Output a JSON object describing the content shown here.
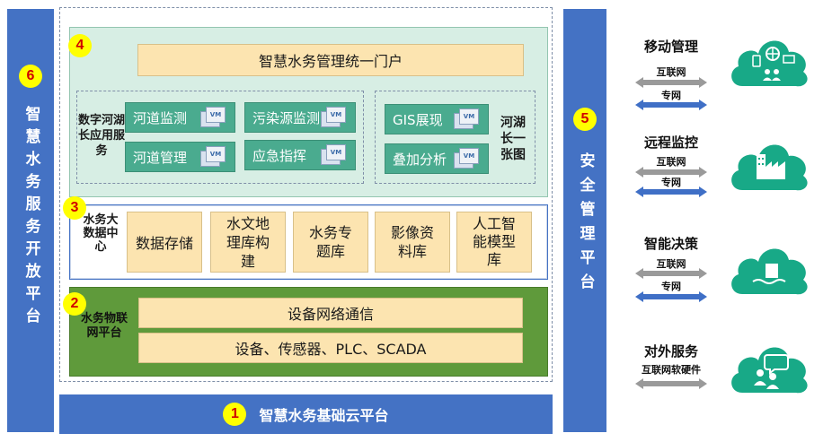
{
  "left_bar": {
    "badge": "6",
    "label": "智慧水务服务开放平台"
  },
  "right_bar": {
    "badge": "5",
    "label": "安全管理平台"
  },
  "bottom_bar": {
    "badge": "1",
    "label": "智慧水务基础云平台"
  },
  "layer4": {
    "badge": "4",
    "portal": "智慧水务管理统一门户",
    "group_left_label": "数字河湖长应用服务",
    "group_right_label": "河湖长一张图",
    "tiles": [
      "河道监测",
      "污染源监测",
      "河道管理",
      "应急指挥",
      "GIS展现",
      "叠加分析"
    ],
    "vm_label": "VM"
  },
  "layer3": {
    "badge": "3",
    "label": "水务大数据中心",
    "boxes": [
      "数据存储",
      "水文地理库构建",
      "水务专题库",
      "影像资料库",
      "人工智能模型库"
    ]
  },
  "layer2": {
    "badge": "2",
    "label": "水务物联网平台",
    "rows": [
      "设备网络通信",
      "设备、传感器、PLC、SCADA"
    ]
  },
  "services": [
    {
      "title": "移动管理",
      "links": [
        "互联网",
        "专网"
      ],
      "icon": "mobile-network-icon"
    },
    {
      "title": "远程监控",
      "links": [
        "互联网",
        "专网"
      ],
      "icon": "factory-icon"
    },
    {
      "title": "智能决策",
      "links": [
        "互联网",
        "专网"
      ],
      "icon": "water-tank-icon"
    },
    {
      "title": "对外服务",
      "links": [
        "互联网软硬件"
      ],
      "icon": "users-chat-icon"
    }
  ],
  "colors": {
    "blue": "#4472c4",
    "teal": "#4aab8f",
    "green": "#5f9a3b",
    "cream": "#fce4b0",
    "mint": "#d7eee4",
    "cloud": "#18a987",
    "badge": "#ffff00"
  }
}
